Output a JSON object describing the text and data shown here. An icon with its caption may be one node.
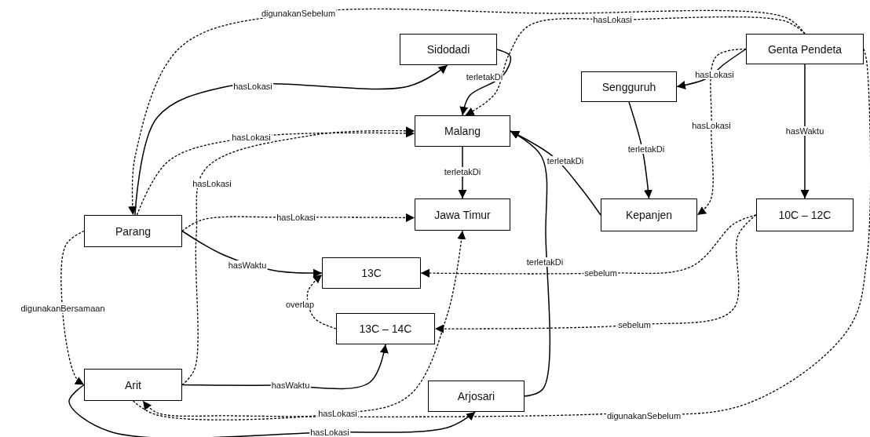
{
  "diagram": {
    "nodes": [
      {
        "text": [
          "Sidodadi"
        ]
      },
      {
        "text": [
          "Genta Pendeta"
        ]
      },
      {
        "text": [
          "Sengguruh"
        ]
      },
      {
        "text": [
          "Malang"
        ]
      },
      {
        "text": [
          "Parang"
        ]
      },
      {
        "text": [
          "Jawa Timur"
        ]
      },
      {
        "text": [
          "Kepanjen"
        ]
      },
      {
        "text": [
          "10C – 12C"
        ]
      },
      {
        "text": [
          "13C"
        ]
      },
      {
        "text": [
          "13C – 14C"
        ]
      },
      {
        "text": [
          "Arit"
        ]
      },
      {
        "text": [
          "Arjosari"
        ]
      }
    ],
    "edges": [
      {
        "from": 1,
        "to": 4,
        "arrow": "to",
        "label": "digunakanSebelum",
        "style": "dashed"
      },
      {
        "from": 4,
        "to": 0,
        "arrow": "to",
        "label": "hasLokasi"
      },
      {
        "from": 4,
        "to": 3,
        "arrow": "to",
        "label": "hasLokasi",
        "style": "dashed"
      },
      {
        "from": 10,
        "to": 3,
        "arrow": "to",
        "label": "hasLokasi",
        "style": "dashed"
      },
      {
        "from": 4,
        "to": 5,
        "arrow": "to",
        "label": "hasLokasi",
        "style": "dashed"
      },
      {
        "from": 4,
        "to": 8,
        "arrow": "to",
        "label": "hasWaktu"
      },
      {
        "from": 4,
        "to": 10,
        "arrow": "to",
        "label": "digunakanBersamaan",
        "style": "dashed"
      },
      {
        "from": 10,
        "to": 9,
        "arrow": "to",
        "label": "hasWaktu"
      },
      {
        "from": 10,
        "to": 11,
        "arrow": "to",
        "label": "hasLokasi"
      },
      {
        "from": 9,
        "to": 8,
        "arrow": "to",
        "label": "overlap",
        "style": "dashed"
      },
      {
        "from": 7,
        "to": 8,
        "arrow": "to",
        "label": "sebelum",
        "style": "dashed"
      },
      {
        "from": 7,
        "to": 9,
        "arrow": "to",
        "label": "sebelum",
        "style": "dashed"
      },
      {
        "from": 0,
        "to": 3,
        "arrow": "to",
        "label": "terletakDi"
      },
      {
        "from": 1,
        "to": 3,
        "arrow": "to",
        "label": "hasLokasi",
        "style": "dashed"
      },
      {
        "from": 1,
        "to": 2,
        "arrow": "to",
        "label": "hasLokasi"
      },
      {
        "from": 1,
        "to": 6,
        "arrow": "to",
        "label": "hasLokasi",
        "style": "dashed"
      },
      {
        "from": 1,
        "to": 7,
        "arrow": "to",
        "label": "hasWaktu"
      },
      {
        "from": 2,
        "to": 6,
        "arrow": "to",
        "label": "terletakDi"
      },
      {
        "from": 6,
        "to": 3,
        "arrow": "to",
        "label": "terletakDi"
      },
      {
        "from": 11,
        "to": 3,
        "arrow": "to",
        "label": "terletakDi"
      },
      {
        "from": 3,
        "to": 5,
        "arrow": "to",
        "label": "terletakDi"
      },
      {
        "from": 10,
        "to": 5,
        "arrow": "to",
        "label": "hasLokasi",
        "style": "dashed"
      },
      {
        "from": 1,
        "to": 10,
        "arrow": "to",
        "label": "digunakanSebelum",
        "style": "dashed"
      }
    ]
  }
}
